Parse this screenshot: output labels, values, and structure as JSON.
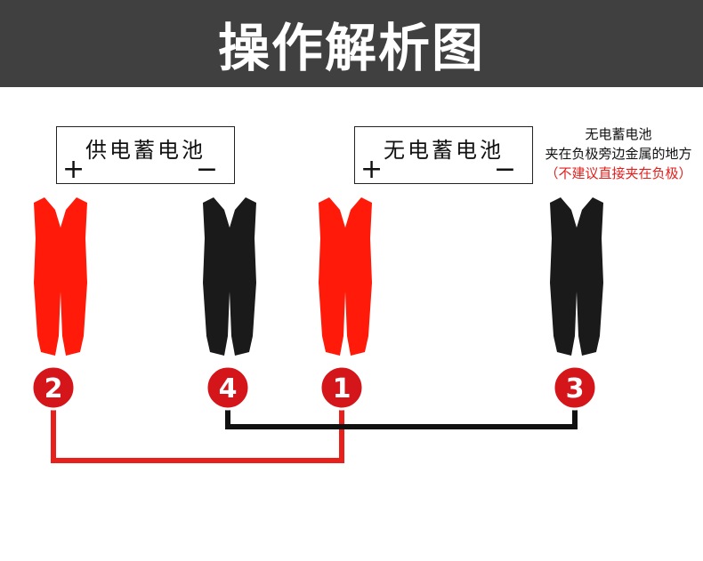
{
  "header": {
    "title": "操作解析图"
  },
  "batteries": [
    {
      "label": "供电蓄电池",
      "positive": "+",
      "negative": "−"
    },
    {
      "label": "无电蓄电池",
      "positive": "+",
      "negative": "−"
    }
  ],
  "note": {
    "line1": "无电蓄电池",
    "line2": "夹在负极旁边金属的地方",
    "line3": "（不建议直接夹在负极）"
  },
  "clamps": [
    {
      "color": "red",
      "number": "2"
    },
    {
      "color": "black",
      "number": "4"
    },
    {
      "color": "red",
      "number": "1"
    },
    {
      "color": "black",
      "number": "3"
    }
  ],
  "colors": {
    "header_bg": "#404040",
    "red": "#ff1a0a",
    "black": "#1a1a1a",
    "badge": "#d4161b",
    "red_wire": "#e8201c",
    "black_wire": "#111111"
  }
}
